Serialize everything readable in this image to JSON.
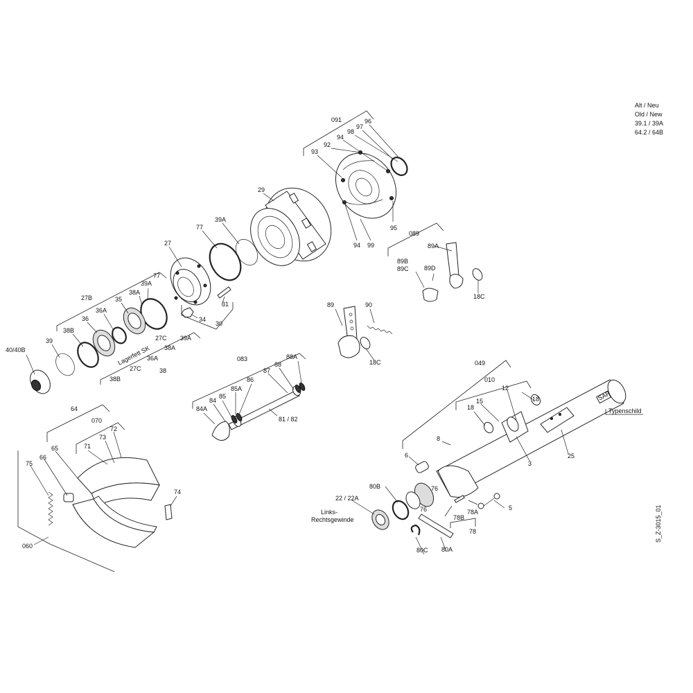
{
  "legend": {
    "line1": "Alt / Neu",
    "line2": "Old / New",
    "line3": "39.1 / 39A",
    "line4": "64.2 / 64B"
  },
  "drawing_number": "S_Z-3015_01",
  "labels": {
    "p091": "091",
    "p96": "96",
    "p97": "97",
    "p98": "98",
    "p94a": "94",
    "p92": "92",
    "p93": "93",
    "p95": "95",
    "p94b": "94",
    "p99": "99",
    "p29": "29",
    "p39A_a": "39A",
    "p77_a": "77",
    "p27": "27",
    "p31": "31",
    "p34": "34",
    "p30": "30",
    "p27B": "27B",
    "p39A_b": "39A",
    "p77_b": "77",
    "p38A_a": "38A",
    "p35": "35",
    "p36A_a": "36A",
    "p36": "36",
    "p38B_a": "38B",
    "p39": "39",
    "p40": "40/40B",
    "p27C_a": "27C",
    "p39A_c": "39A",
    "p38A_b": "38A",
    "p36A_b": "36A",
    "p27C_b": "27C",
    "p38": "38",
    "p38B_b": "38B",
    "lagerfett": "Lagerfett SK",
    "p089": "089",
    "p89A": "89A",
    "p89B": "89B",
    "p89C": "89C",
    "p89D": "89D",
    "p18C_a": "18C",
    "p89": "89",
    "p90": "90",
    "p18C_b": "18C",
    "p083": "083",
    "p88A": "88A",
    "p88": "88",
    "p87": "87",
    "p86": "86",
    "p85A": "85A",
    "p85": "85",
    "p84": "84",
    "p84A": "84A",
    "p8182": "81 / 82",
    "p64": "64",
    "p070": "070",
    "p72": "72",
    "p73": "73",
    "p71": "71",
    "p65": "65",
    "p66": "66",
    "p75": "75",
    "p74": "74",
    "p060": "060",
    "p049": "049",
    "p010": "010",
    "p12": "12",
    "p18a": "18",
    "p18b": "18",
    "p15": "15",
    "p3": "3",
    "typenschild": "Typenschild",
    "p25": "25",
    "p8": "8",
    "p6": "6",
    "p80B": "80B",
    "p2222A": "22 / 22A",
    "links1": "Links-",
    "links2": "Rechtsgewinde",
    "p76a": "76",
    "p76b": "76",
    "p78B": "78B",
    "p78A": "78A",
    "p5": "5",
    "p78": "78",
    "p80C": "80C",
    "p80A": "80A",
    "saf": "SAF"
  }
}
